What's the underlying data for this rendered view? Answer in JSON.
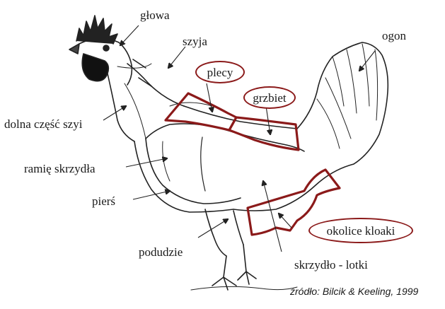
{
  "labels": {
    "glowa": "głowa",
    "szyja": "szyja",
    "ogon": "ogon",
    "dolna_czesc_szyi": "dolna część szyi",
    "ramie_skrzydla": "ramię skrzydła",
    "piers": "pierś",
    "podudzie": "podudzie",
    "skrzydlo_lotki": "skrzydło - lotki"
  },
  "highlighted": {
    "plecy": "plecy",
    "grzbiet": "grzbiet",
    "okolice_kloaki": "okolice kloaki"
  },
  "source": "źródło: Bilcik & Keeling, 1999",
  "colors": {
    "highlight": "#8b1a1a",
    "ink": "#1a1a1a"
  }
}
